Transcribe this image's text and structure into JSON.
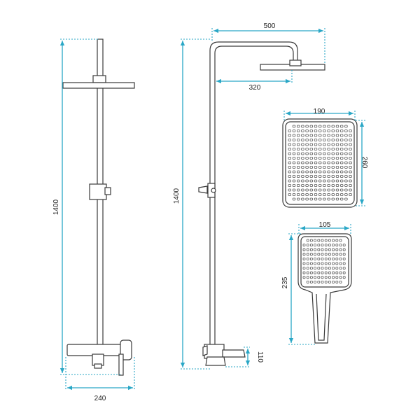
{
  "colors": {
    "dimension_line": "#2aa7c6",
    "product_line": "#3a3a3a"
  },
  "dimensions": {
    "front_height": "1400",
    "front_width": "240",
    "side_height": "1400",
    "arm_length": "500",
    "arm_projection": "320",
    "spout_height": "110",
    "rain_shower_width": "190",
    "rain_shower_depth": "260",
    "hand_shower_width": "105",
    "hand_shower_length": "235"
  }
}
